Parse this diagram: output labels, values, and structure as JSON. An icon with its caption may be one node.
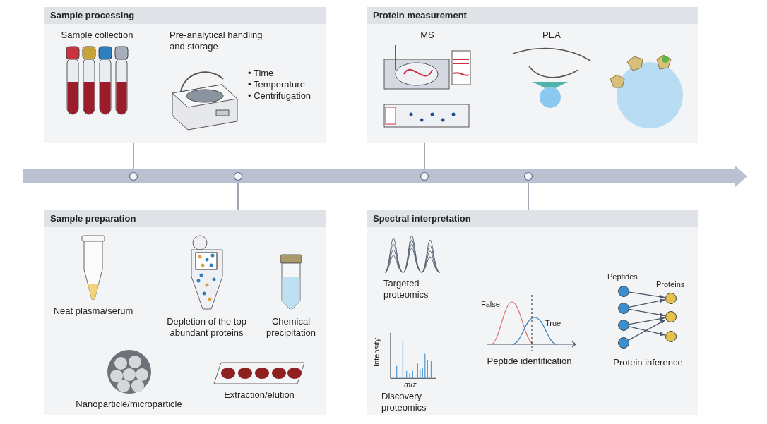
{
  "diagram": {
    "nodes": [
      {
        "text": [
          "Sample processing"
        ]
      },
      {
        "text": [
          "Sample collection"
        ],
        "in": 0
      },
      {
        "text": [
          "Pre-analytical handling and storage"
        ],
        "in": 0,
        "beside": [
          "• Time",
          "• Temperature",
          "• Centrifugation"
        ]
      },
      {
        "text": [
          "Protein measurement"
        ]
      },
      {
        "text": [
          "MS"
        ],
        "in": 3
      },
      {
        "text": [
          "PEA"
        ],
        "in": 3
      },
      {
        "text": [],
        "shape": "circle",
        "in": 3
      },
      {
        "text": [],
        "shape": "bar"
      },
      {
        "text": [
          "Sample preparation"
        ]
      },
      {
        "text": [
          "Neat plasma/serum"
        ],
        "in": 8
      },
      {
        "text": [
          "Depletion of the top abundant proteins"
        ],
        "in": 8
      },
      {
        "text": [
          "Chemical precipitation"
        ],
        "in": 8
      },
      {
        "text": [
          "Nanoparticle/microparticle"
        ],
        "in": 8
      },
      {
        "text": [
          "Extraction/elution"
        ],
        "in": 8
      },
      {
        "text": [
          "Spectral interpretation"
        ]
      },
      {
        "text": [
          "Targeted proteomics"
        ],
        "in": 14
      },
      {
        "text": [
          "Discovery proteomics"
        ],
        "in": 14
      },
      {
        "text": [
          "Peptide identification"
        ],
        "in": 14
      },
      {
        "text": [
          "Protein inference"
        ],
        "in": 14
      },
      {
        "text": [],
        "shape": "circle",
        "in": 18
      },
      {
        "text": [],
        "shape": "circle",
        "in": 18
      },
      {
        "text": [],
        "shape": "circle",
        "in": 18
      },
      {
        "text": [],
        "shape": "circle",
        "in": 18
      },
      {
        "text": [],
        "shape": "circle",
        "in": 18
      },
      {
        "text": [],
        "shape": "circle",
        "in": 18
      },
      {
        "text": [],
        "shape": "circle",
        "in": 18
      }
    ],
    "edges": [
      {
        "from": 0,
        "to": 7,
        "arrow": "other"
      },
      {
        "from": 8,
        "to": 7,
        "arrow": "other"
      },
      {
        "from": 3,
        "to": 7,
        "arrow": "other"
      },
      {
        "from": 14,
        "to": 7,
        "arrow": "other"
      },
      {
        "from": 19,
        "to": 23,
        "arrow": "to"
      },
      {
        "from": 20,
        "to": 23,
        "arrow": "to"
      },
      {
        "from": 20,
        "to": 24,
        "arrow": "to"
      },
      {
        "from": 21,
        "to": 24,
        "arrow": "to"
      },
      {
        "from": 21,
        "to": 25,
        "arrow": "to"
      },
      {
        "from": 22,
        "to": 24,
        "arrow": "to"
      }
    ],
    "labels": [
      "Intensity",
      "*m*/*z*",
      "False",
      "True",
      "Peptides",
      "Proteins"
    ]
  }
}
